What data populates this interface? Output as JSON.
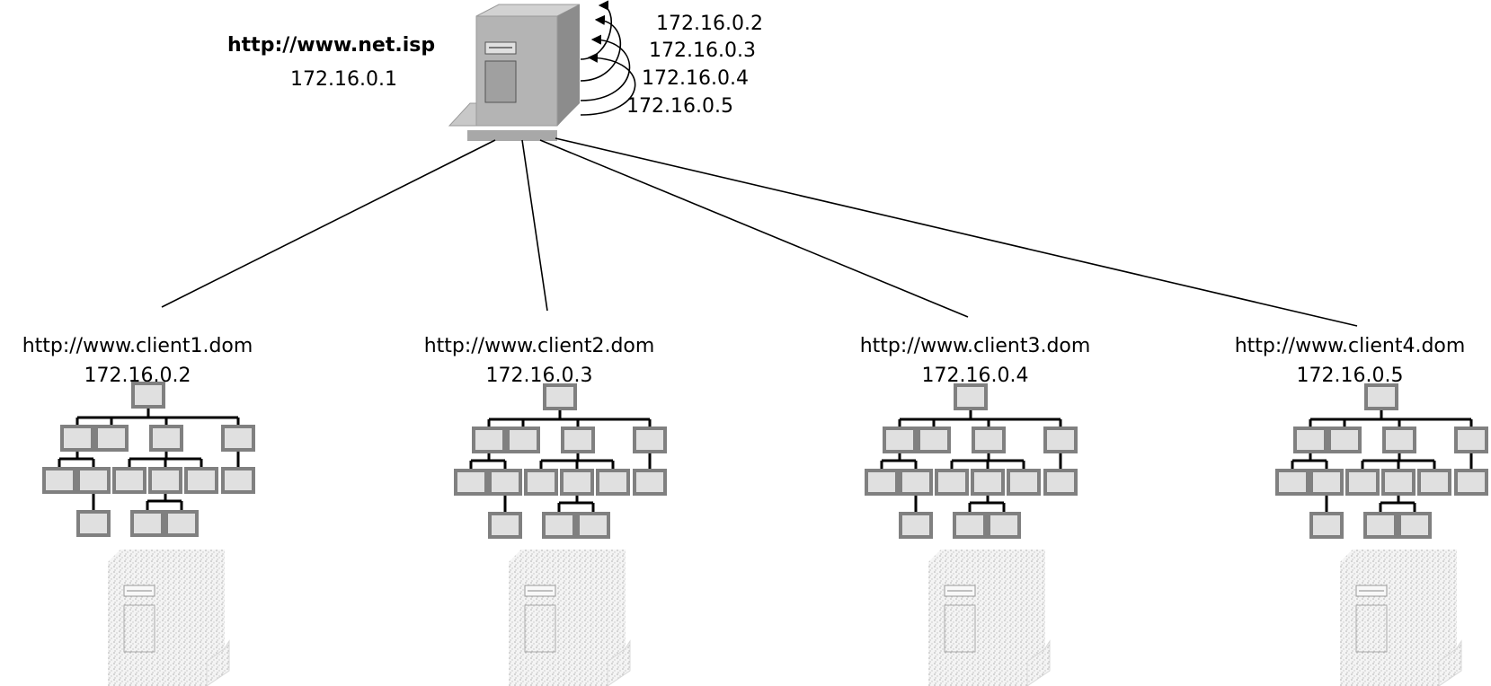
{
  "isp": {
    "hostname": "http://www.net.isp",
    "ip": "172.16.0.1",
    "virtual_ips": [
      "172.16.0.2",
      "172.16.0.3",
      "172.16.0.4",
      "172.16.0.5"
    ]
  },
  "clients": [
    {
      "hostname": "http://www.client1.dom",
      "ip": "172.16.0.2"
    },
    {
      "hostname": "http://www.client2.dom",
      "ip": "172.16.0.3"
    },
    {
      "hostname": "http://www.client3.dom",
      "ip": "172.16.0.4"
    },
    {
      "hostname": "http://www.client4.dom",
      "ip": "172.16.0.5"
    }
  ],
  "colors": {
    "line": "#000000",
    "server_front": "#b4b4b4",
    "server_side": "#8c8c8c",
    "server_top": "#d2d2d2",
    "tree_box_fill": "#e0e0e0",
    "tree_box_stroke": "#808080",
    "ghost_server": "#c8c8c8"
  }
}
